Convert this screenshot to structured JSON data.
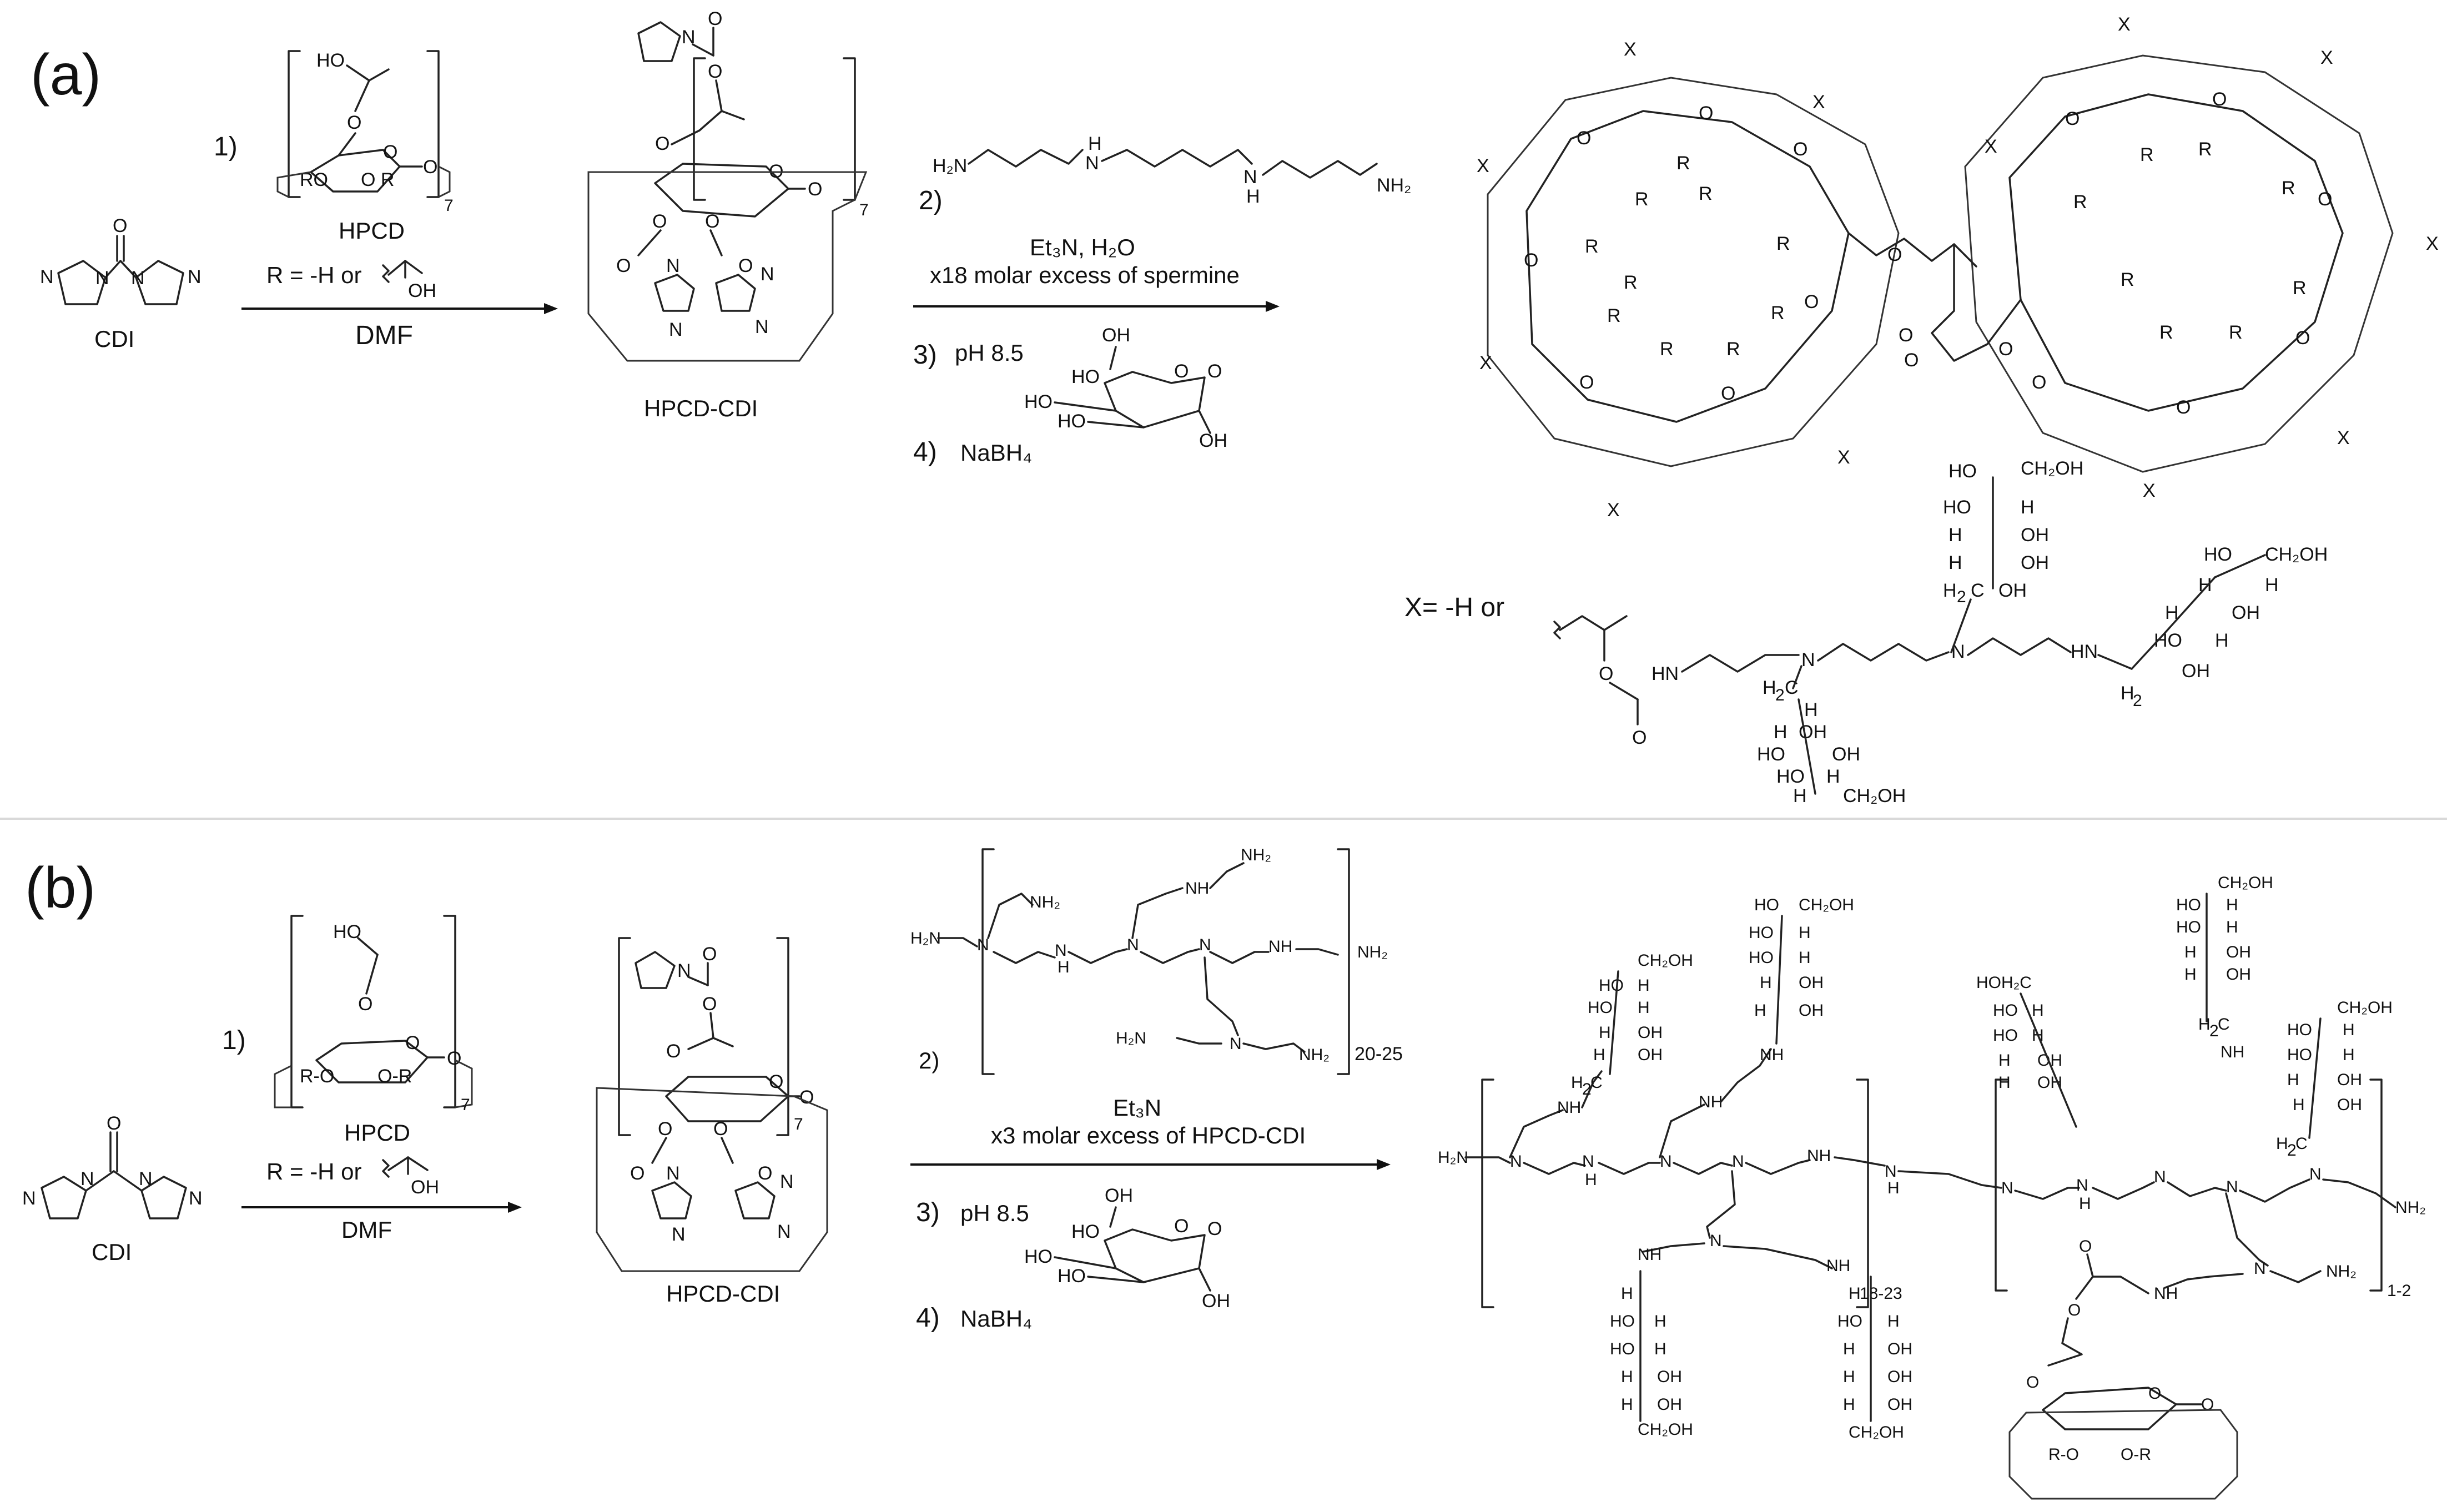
{
  "panels": {
    "a": {
      "label": "(a)",
      "cdi": "CDI",
      "step1": "1)",
      "hpcd": "HPCD",
      "r_def": "R = -H or",
      "oh": "OH",
      "ho": "HO",
      "ro": "RO",
      "or": "O R",
      "repeat": "7",
      "solvent": "DMF",
      "product1": "HPCD-CDI",
      "step2": "2)",
      "h2n": "H₂N",
      "nh": "N",
      "h": "H",
      "nh2": "NH₂",
      "reagents": "Et₃N, H₂O",
      "excess": "x18 molar excess of spermine",
      "step3": "3)",
      "ph": "pH 8.5",
      "step4": "4)",
      "nabh4": "NaBH₄",
      "x_def": "X= -H or",
      "x": "X",
      "r": "R",
      "o": "O",
      "ch2oh": "CH₂OH",
      "hn": "HN"
    },
    "b": {
      "label": "(b)",
      "cdi": "CDI",
      "step1": "1)",
      "hpcd": "HPCD",
      "r_def": "R = -H or",
      "oh": "OH",
      "ro": "R-O",
      "or": "O-R",
      "repeat": "7",
      "solvent": "DMF",
      "product1": "HPCD-CDI",
      "step2": "2)",
      "pei_repeat": "20-25",
      "reagents": "Et₃N",
      "excess": "x3 molar excess of HPCD-CDI",
      "step3": "3)",
      "ph": "pH 8.5",
      "step4": "4)",
      "nabh4": "NaBH₄",
      "repeat_left": "18-23",
      "repeat_right": "1-2",
      "h2n": "H₂N",
      "nh2": "NH₂",
      "nh": "NH",
      "n": "N",
      "ch2oh": "CH₂OH",
      "hoh2c": "HOH₂C"
    }
  }
}
